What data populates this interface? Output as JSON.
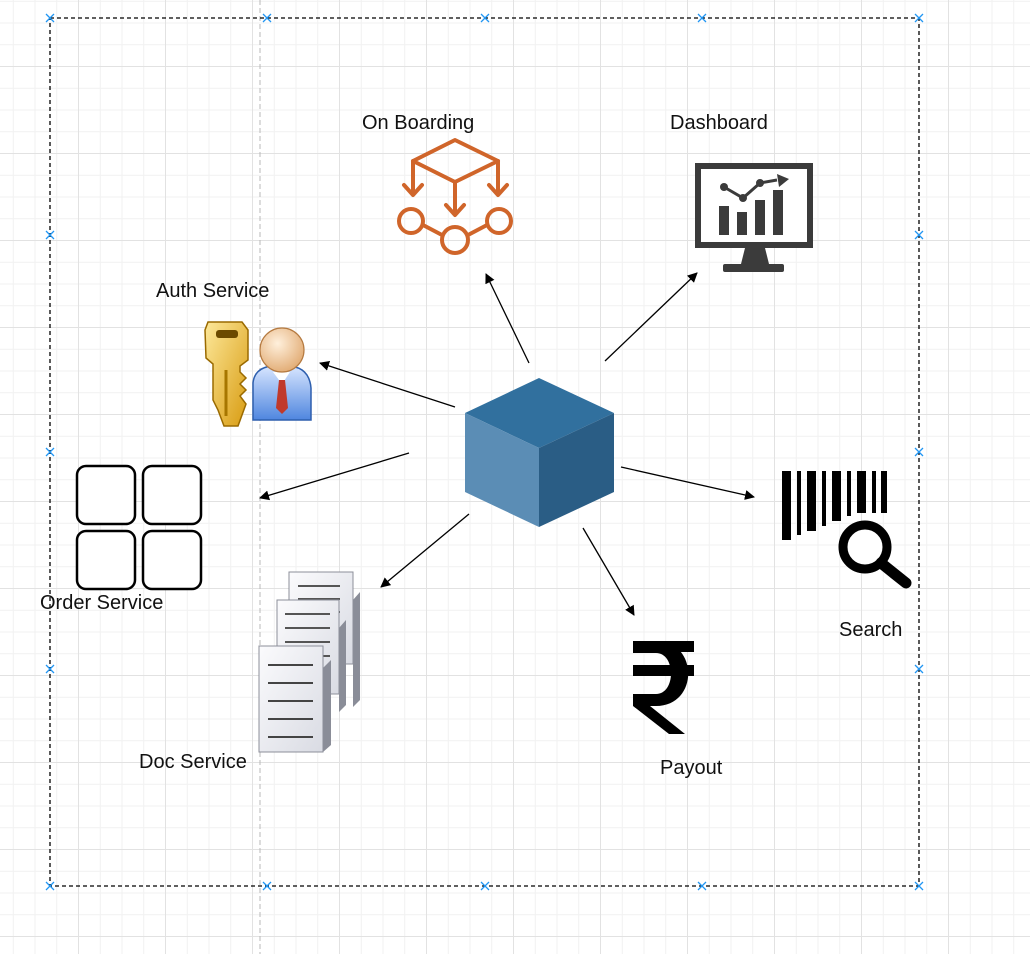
{
  "labels": {
    "on_boarding": "On Boarding",
    "dashboard": "Dashboard",
    "auth_service": "Auth Service",
    "order_service": "Order Service",
    "doc_service": "Doc Service",
    "payout": "Payout",
    "search": "Search"
  },
  "icons": {
    "hub": "cube-icon",
    "on_boarding": "workflow-icon",
    "dashboard": "monitor-chart-icon",
    "auth_service": "key-user-icon",
    "order_service": "grid-icon",
    "doc_service": "documents-icon",
    "payout": "rupee-icon",
    "search": "barcode-search-icon"
  },
  "colors": {
    "cube_top": "#31709e",
    "cube_left": "#5b8db5",
    "cube_right": "#2a5d85",
    "workflow": "#d0652a",
    "monitor": "#3b3b3b",
    "arrow": "#000000",
    "selection": "#2196f3"
  }
}
